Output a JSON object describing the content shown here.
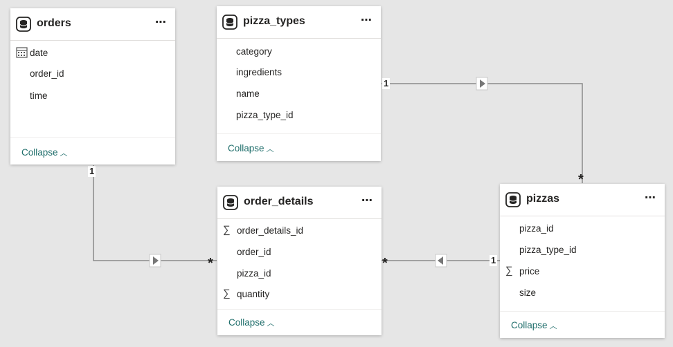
{
  "tables": {
    "orders": {
      "title": "orders",
      "fields": [
        {
          "name": "date",
          "icon": "calendar-icon"
        },
        {
          "name": "order_id",
          "icon": ""
        },
        {
          "name": "time",
          "icon": ""
        }
      ],
      "collapse": "Collapse"
    },
    "pizza_types": {
      "title": "pizza_types",
      "fields": [
        {
          "name": "category",
          "icon": ""
        },
        {
          "name": "ingredients",
          "icon": ""
        },
        {
          "name": "name",
          "icon": ""
        },
        {
          "name": "pizza_type_id",
          "icon": ""
        }
      ],
      "collapse": "Collapse"
    },
    "order_details": {
      "title": "order_details",
      "fields": [
        {
          "name": "order_details_id",
          "icon": "sigma-icon"
        },
        {
          "name": "order_id",
          "icon": ""
        },
        {
          "name": "pizza_id",
          "icon": ""
        },
        {
          "name": "quantity",
          "icon": "sigma-icon"
        }
      ],
      "collapse": "Collapse"
    },
    "pizzas": {
      "title": "pizzas",
      "fields": [
        {
          "name": "pizza_id",
          "icon": ""
        },
        {
          "name": "pizza_type_id",
          "icon": ""
        },
        {
          "name": "price",
          "icon": "sigma-icon"
        },
        {
          "name": "size",
          "icon": ""
        }
      ],
      "collapse": "Collapse"
    }
  },
  "more_label": "⋯",
  "relationships": [
    {
      "from": "orders",
      "to": "order_details",
      "from_cardinality": "1",
      "to_cardinality": "*",
      "direction": "right"
    },
    {
      "from": "pizza_types",
      "to": "pizzas",
      "from_cardinality": "1",
      "to_cardinality": "*",
      "direction": "right"
    },
    {
      "from": "pizzas",
      "to": "order_details",
      "from_cardinality": "1",
      "to_cardinality": "*",
      "direction": "left"
    }
  ],
  "colors": {
    "background": "#e6e6e6",
    "card": "#ffffff",
    "line": "#888888",
    "collapse_link": "#1f6e6b"
  }
}
